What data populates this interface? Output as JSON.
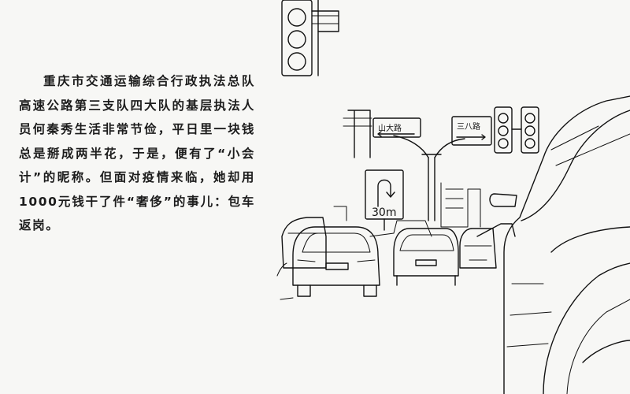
{
  "article": {
    "paragraph": "重庆市交通运输综合行政执法总队高速公路第三支队四大队的基层执法人员何秦秀生活非常节俭，平日里一块钱总是掰成两半花，于是，便有了“小会计”的昵称。但面对疫情来临，她却用1000元钱干了件“奢侈”的事儿：包车返岗。"
  },
  "illustration": {
    "style": "hand-drawn sketch",
    "signs": {
      "left_destination": "山大路",
      "right_destination": "三八路",
      "speed_limit": "30m"
    }
  },
  "colors": {
    "background": "#f7f7f5",
    "ink": "#111111"
  }
}
